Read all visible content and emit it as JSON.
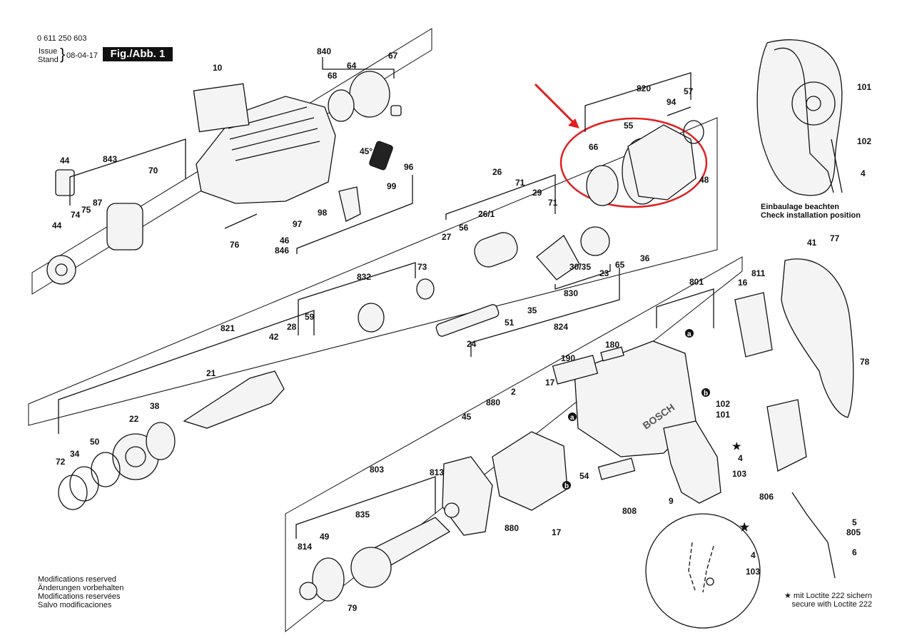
{
  "header": {
    "doc_number": "0 611 250 603",
    "issue_label_1": "Issue",
    "issue_label_2": "Stand",
    "issue_date": "08-04-17",
    "figure_label": "Fig./Abb. 1"
  },
  "footer": {
    "modifications": [
      "Modifications reserved",
      "Änderungen vorbehalten",
      "Modifications reservées",
      "Salvo modificaciones"
    ],
    "loctite_de": "★ mit Loctite 222 sichern",
    "loctite_en": "secure with Loctite 222"
  },
  "inset_top": {
    "note_de": "Einbaulage beachten",
    "note_en": "Check installation position"
  },
  "highlight": {
    "color": "#e02020"
  },
  "labels": {
    "p840": "840",
    "p67": "67",
    "p68": "68",
    "p64": "64",
    "p10": "10",
    "p44a": "44",
    "p843": "843",
    "p70": "70",
    "p74": "74",
    "p75": "75",
    "p87": "87",
    "p44b": "44",
    "p45deg": "45°",
    "p96": "96",
    "p99": "99",
    "p98": "98",
    "p97": "97",
    "p46": "46",
    "p846": "846",
    "p76": "76",
    "p820": "820",
    "p94": "94",
    "p57": "57",
    "p55": "55",
    "p66": "66",
    "p48": "48",
    "p26": "26",
    "p71a": "71",
    "p29": "29",
    "p71b": "71",
    "p26_1": "26/1",
    "p27": "27",
    "p56": "56",
    "p36": "36",
    "p30_35": "30/35",
    "p23": "23",
    "p65": "65",
    "p830": "830",
    "p832": "832",
    "p73": "73",
    "p51": "51",
    "p35": "35",
    "p824": "824",
    "p24": "24",
    "p821": "821",
    "p42": "42",
    "p28": "28",
    "p59": "59",
    "p21": "21",
    "p22": "22",
    "p38": "38",
    "p50": "50",
    "p34": "34",
    "p72": "72",
    "p101a": "101",
    "p102a": "102",
    "p4a": "4",
    "p41": "41",
    "p77": "77",
    "p78": "78",
    "p801": "801",
    "p811": "811",
    "p16": "16",
    "p102b": "102",
    "p101b": "101",
    "p4b": "4",
    "p103a": "103",
    "p806": "806",
    "p5": "5",
    "p805": "805",
    "p6": "6",
    "p190": "190",
    "p180": "180",
    "p17a": "17",
    "p880a": "880",
    "p2": "2",
    "p45": "45",
    "p54": "54",
    "p808": "808",
    "p9": "9",
    "p880b": "880",
    "p17b": "17",
    "p803": "803",
    "p813": "813",
    "p835": "835",
    "p814": "814",
    "p49": "49",
    "p79": "79",
    "p4c": "4",
    "p103b": "103",
    "mark_a1": "a",
    "mark_a2": "a",
    "mark_b1": "b",
    "mark_b2": "b",
    "brand": "BOSCH"
  }
}
